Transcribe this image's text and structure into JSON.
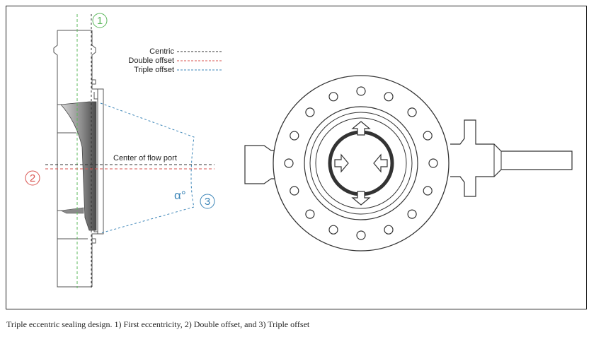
{
  "diagram": {
    "legend": {
      "centric": "Centric",
      "double_offset": "Double offset",
      "triple_offset": "Triple offset"
    },
    "center_label": "Center of flow port",
    "angle_label": "α°",
    "markers": {
      "one": "1",
      "two": "2",
      "three": "3"
    },
    "colors": {
      "centric": "#333333",
      "double": "#d9534f",
      "triple": "#3d86b8",
      "first": "#5cb85c"
    }
  },
  "caption": "Triple eccentric sealing design. 1) First eccentricity, 2) Double offset, and 3) Triple offset"
}
